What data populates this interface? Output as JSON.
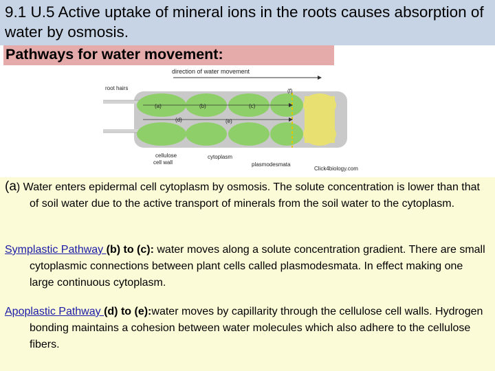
{
  "title": "9.1 U.5 Active uptake of mineral ions in the roots causes absorption of water by osmosis.",
  "subtitle": "Pathways for water movement:",
  "diagram": {
    "direction_label": "direction of water movement",
    "root_hairs_label": "root hairs",
    "label_a": "(a)",
    "label_b": "(b)",
    "label_c": "(c)",
    "label_d": "(d)",
    "label_e": "(e)",
    "label_f": "(f)",
    "cellulose_label_1": "cellulose",
    "cellulose_label_2": "cell wall",
    "cytoplasm_label": "cytoplasm",
    "plasmodesmata_label": "plasmodesmata",
    "credit": "Click4biology.com",
    "colors": {
      "cell": "#8fcf6a",
      "wall": "#c9c9c9",
      "xylem": "#e8e070"
    }
  },
  "paragraph_a": {
    "letter": "(a",
    "close": ")",
    "text": " Water enters epidermal cell cytoplasm by osmosis. The solute concentration is lower than that of soil water due to the active transport of minerals from the soil water to the cytoplasm."
  },
  "paragraph_symplastic": {
    "link": "Symplastic Pathway ",
    "bold": "(b) to (c):",
    "text": " water moves along a solute concentration gradient. There are small cytoplasmic connections between plant cells called plasmodesmata. In effect making one large continuous cytoplasm."
  },
  "paragraph_apoplastic": {
    "link": "Apoplastic Pathway ",
    "bold": "(d) to (e):",
    "text": "water moves by capillarity through the cellulose cell walls. Hydrogen bonding maintains a cohesion between water molecules which also adhere to the cellulose fibers."
  }
}
